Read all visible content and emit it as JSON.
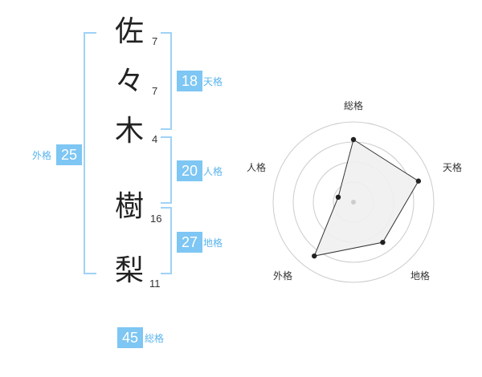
{
  "name_chars": [
    {
      "char": "佐",
      "strokes": "7"
    },
    {
      "char": "々",
      "strokes": "7"
    },
    {
      "char": "木",
      "strokes": "4"
    },
    {
      "char": "樹",
      "strokes": "16"
    },
    {
      "char": "梨",
      "strokes": "11"
    }
  ],
  "fortunes": {
    "tenkaku": {
      "value": "18",
      "label": "天格"
    },
    "jinkaku": {
      "value": "20",
      "label": "人格"
    },
    "chikaku": {
      "value": "27",
      "label": "地格"
    },
    "gaikaku": {
      "value": "25",
      "label": "外格"
    },
    "soukaku": {
      "value": "45",
      "label": "総格"
    }
  },
  "radar": {
    "axes": [
      "総格",
      "天格",
      "地格",
      "外格",
      "人格"
    ],
    "levels": 4,
    "values": [
      0.78,
      0.85,
      0.62,
      0.83,
      0.2
    ],
    "colors": {
      "fill": "#f0f0f0",
      "stroke": "#333333",
      "grid": "#cccccc",
      "point": "#222222"
    }
  },
  "colors": {
    "accent": "#7ec6f3",
    "label": "#5bb4ec",
    "bracket": "#9fd2f6"
  }
}
